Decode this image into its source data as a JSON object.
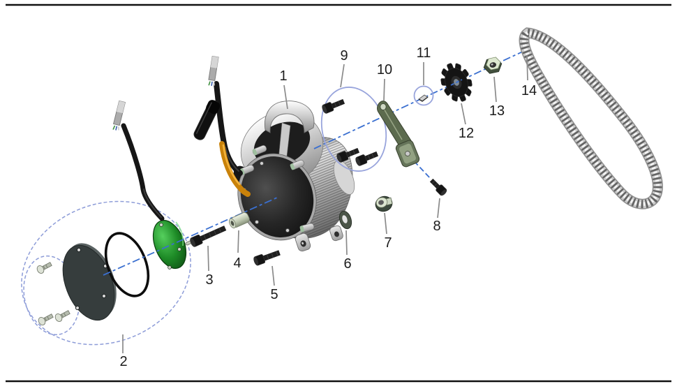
{
  "diagram": {
    "type": "exploded-parts-diagram",
    "subject": "electric-motor-chain-drive-assembly",
    "parts": [
      {
        "number": "1",
        "part": "motor-assembly"
      },
      {
        "number": "2",
        "part": "cover-plate-group"
      },
      {
        "number": "3",
        "part": "long-socket-bolt"
      },
      {
        "number": "4",
        "part": "spacer-bushing"
      },
      {
        "number": "5",
        "part": "short-socket-bolt"
      },
      {
        "number": "6",
        "part": "flat-washer"
      },
      {
        "number": "7",
        "part": "flange-nut"
      },
      {
        "number": "8",
        "part": "bracket-bolt"
      },
      {
        "number": "9",
        "part": "mounting-bolt-group"
      },
      {
        "number": "10",
        "part": "support-bracket"
      },
      {
        "number": "11",
        "part": "shaft-key"
      },
      {
        "number": "12",
        "part": "drive-sprocket"
      },
      {
        "number": "13",
        "part": "shaft-nut"
      },
      {
        "number": "14",
        "part": "drive-chain"
      }
    ],
    "colors": {
      "background": "#ffffff",
      "centerline_blue": "#3a6fd0",
      "group_ellipse_blue": "#8d9cd8",
      "leader_gray": "#8a8a8a",
      "label_text": "#1c1c1c",
      "pcb_green": "#2f9e36",
      "bracket_olive": "#66755a",
      "chain_silver": "#c4c4c4",
      "cable_orange": "#d3912b",
      "cable_black": "#161616",
      "frame_line": "#111111"
    }
  }
}
